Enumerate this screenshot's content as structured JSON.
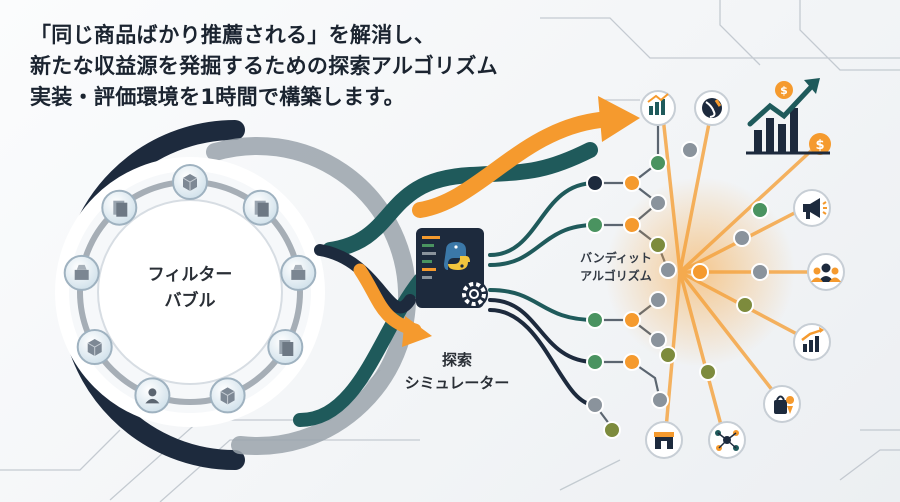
{
  "headline": {
    "line1": "「同じ商品ばかり推薦される」を解消し、",
    "line2": "新たな収益源を発掘するための探索アルゴリズム",
    "line3": "実装・評価環境を1時間で構築します。"
  },
  "filter_bubble": {
    "label_line1": "フィルター",
    "label_line2": "バブル",
    "item_icons": [
      "box-icon",
      "doc-stack-icon",
      "product-icon",
      "doc-stack-icon",
      "box-icon",
      "user-icon",
      "box-icon",
      "product-icon",
      "doc-stack-icon"
    ]
  },
  "simulator": {
    "label_line1": "探索",
    "label_line2": "シミュレーター",
    "icon": "python-code-gear-icon"
  },
  "bandit": {
    "label_line1": "バンディット",
    "label_line2": "アルゴリズム"
  },
  "outcome_icons": [
    "bar-chart-icon",
    "globe-icon",
    "revenue-growth-icon",
    "megaphone-icon",
    "user-group-icon",
    "trend-chart-icon",
    "shopping-bag-icon",
    "storefront-icon",
    "network-icon"
  ],
  "colors": {
    "teal": "#1f5a5b",
    "navy": "#1d2a3d",
    "orange": "#f59a2e",
    "green": "#4a9360",
    "olive": "#7d8b3d",
    "gray": "#8a939c"
  }
}
